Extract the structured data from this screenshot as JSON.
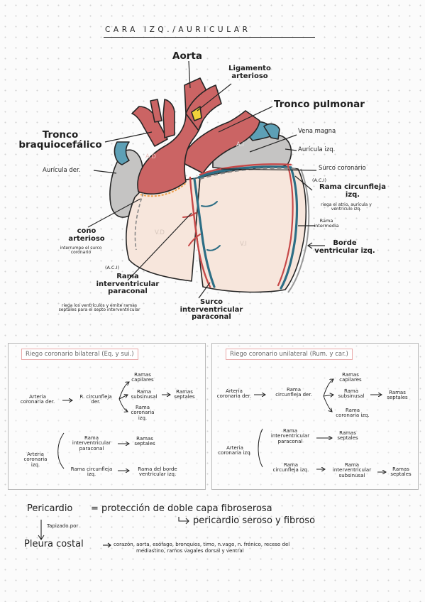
{
  "title": "CARA IZQ./AURICULAR",
  "heart": {
    "structure_labels": {
      "ad": "A.D",
      "ai": "A.I",
      "vd": "V.D",
      "vi": "V.I"
    },
    "labels": {
      "aorta": "Aorta",
      "ligamento": "Ligamento",
      "arterioso": "arterioso",
      "tronco_pulmonar": "Tronco pulmonar",
      "tronco": "Tronco",
      "braquiocefalico": "braquiocefálico",
      "vena_magna": "Vena magna",
      "auricula_izq": "Aurícula izq.",
      "auricula_der": "Aurícula der.",
      "surco_coronario": "Surco coronario",
      "aci_top": "(A.C.I)",
      "rama_circunfleja": "Rama circunfleja",
      "izq": "izq.",
      "riega_1": "riega el atrio, aurícula y",
      "riega_2": "ventrículo izq.",
      "rama": "Rama",
      "intermedia": "intermedia",
      "borde": "Borde",
      "ventricular_izq": "ventricular izq.",
      "cono": "cono",
      "cono_arterioso": "arterioso",
      "interrumpe_1": "interrumpe el surco",
      "interrumpe_2": "coronario",
      "aci_bottom": "(A.C.I)",
      "rama_iv_1": "Rama",
      "rama_iv_2": "interventricular",
      "rama_iv_3": "paraconal",
      "riega_v_1": "riega los ventrículos y emite ramas",
      "riega_v_2": "septales para el septo interventricular",
      "surco_1": "Surco",
      "surco_2": "interventricular",
      "surco_3": "paraconal"
    }
  },
  "left_box": {
    "title": "Riego coronario bilateral (Eq. y sui.)",
    "ramas_capilares": [
      "Ramas",
      "capilares"
    ],
    "arteria_der": [
      "Arteria",
      "coronaria der."
    ],
    "r_circ": [
      "R. circunfleja",
      "der."
    ],
    "rama_sub": [
      "Rama",
      "subsinusal"
    ],
    "ramas_septales_1": [
      "Ramas",
      "septales"
    ],
    "rama_cor_izq": [
      "Rama",
      "coronaria",
      "izq."
    ],
    "arteria_izq": [
      "Arteria",
      "coronaria",
      "izq."
    ],
    "rama_iv": [
      "Rama",
      "interventricular",
      "paraconal"
    ],
    "ramas_septales_2": [
      "Ramas",
      "septales"
    ],
    "rama_circ_izq": [
      "Rama circunfleja",
      "izq."
    ],
    "rama_borde": [
      "Rama del borde",
      "ventricular izq."
    ]
  },
  "right_box": {
    "title": "Riego coronario unilateral (Rum. y car.)",
    "ramas_capilares": [
      "Ramas",
      "capilares"
    ],
    "arteria_der": [
      "Arteria",
      "coronaria der."
    ],
    "rama_circ_der": [
      "Rama",
      "circunfleja der."
    ],
    "rama_sub": [
      "Rama",
      "subsinusal"
    ],
    "ramas_septales_1": [
      "Ramas",
      "septales"
    ],
    "rama_cor_izq": [
      "Rama",
      "coronaria izq."
    ],
    "arteria_izq": [
      "Arteria",
      "coronaria izq."
    ],
    "rama_iv": [
      "Rama",
      "interventricular",
      "paraconal"
    ],
    "ramas_septales_2": [
      "Ramas",
      "septales"
    ],
    "rama_circ_izq": [
      "Rama",
      "circunfleja izq."
    ],
    "rama_iv_sub": [
      "Rama",
      "interventricular",
      "subsinusal"
    ],
    "ramas_septales_3": [
      "Ramas",
      "septales"
    ]
  },
  "notes": {
    "pericardio": "Pericardio",
    "pericardio_def": "= protección de doble capa fibroserosa",
    "pericardio_sub": "pericardio seroso y fibroso",
    "tapizado": "Tapizado por",
    "pleura": "Pleura costal",
    "pleura_1": "corazón, aorta, esófago, bronquios, timo, n.vago, n. frénico, receso del",
    "pleura_2": "mediastino, ramos vagales dorsal y ventral"
  }
}
